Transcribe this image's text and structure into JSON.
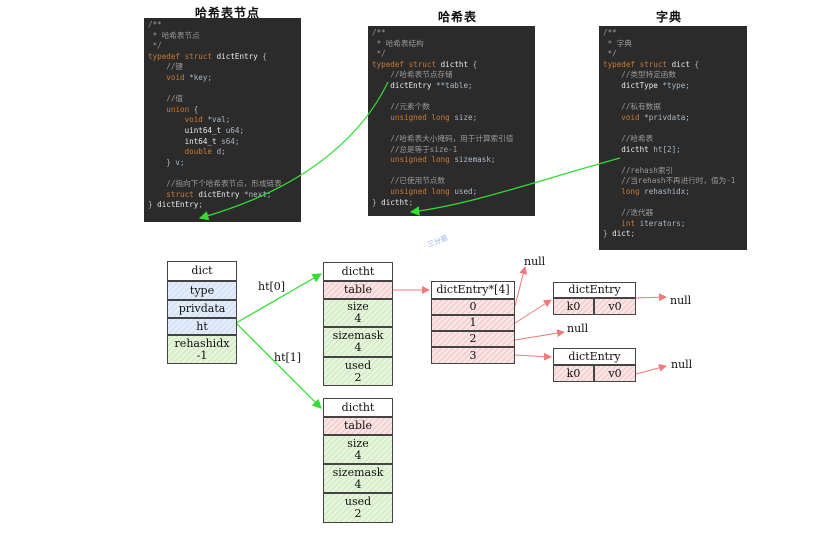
{
  "titles": {
    "entry": "哈希表节点",
    "table": "哈希表",
    "dict": "字典"
  },
  "code": {
    "entry": [
      "/**",
      " * 哈希表节点",
      " */",
      "typedef struct dictEntry {",
      "    //键",
      "    void *key;",
      "",
      "    //值",
      "    union {",
      "        void *val;",
      "        uint64_t u64;",
      "        int64_t s64;",
      "        double d;",
      "    } v;",
      "",
      "    //指向下个哈希表节点，形成链表",
      "    struct dictEntry *next;",
      "} dictEntry;"
    ],
    "table": [
      "/**",
      " * 哈希表结构",
      " */",
      "typedef struct dictht {",
      "    //哈希表节点存储",
      "    dictEntry **table;",
      "",
      "    //元素个数",
      "    unsigned long size;",
      "",
      "    //哈希表大小掩码，用于计算索引值",
      "    //总是等于size-1",
      "    unsigned long sizemask;",
      "",
      "    //已使用节点数",
      "    unsigned long used;",
      "} dictht;"
    ],
    "dict": [
      "/**",
      " * 字典",
      " */",
      "typedef struct dict {",
      "    //类型特定函数",
      "    dictType *type;",
      "",
      "    //私有数据",
      "    void *privdata;",
      "",
      "    //哈希表",
      "    dictht ht[2];",
      "",
      "    //rehash索引",
      "    //当rehash不再进行时，值为-1",
      "    long rehashidx;",
      "",
      "    //迭代器",
      "    int iterators;",
      "} dict;"
    ]
  },
  "watermark": "三分恶",
  "dict_struct": {
    "name": "dict",
    "type": "type",
    "privdata": "privdata",
    "ht": "ht",
    "rehashidx": "rehashidx",
    "rehashidx_value": "-1"
  },
  "ht0": {
    "label": "ht[0]",
    "name": "dictht",
    "table": "table",
    "size": "size",
    "size_value": "4",
    "sizemask": "sizemask",
    "sizemask_value": "4",
    "used": "used",
    "used_value": "2"
  },
  "ht1": {
    "label": "ht[1]",
    "name": "dictht",
    "table": "table",
    "size": "size",
    "size_value": "4",
    "sizemask": "sizemask",
    "sizemask_value": "4",
    "used": "used",
    "used_value": "2"
  },
  "array": {
    "name": "dictEntry*[4]",
    "slots": [
      "0",
      "1",
      "2",
      "3"
    ]
  },
  "entry1": {
    "name": "dictEntry",
    "key": "k0",
    "val": "v0"
  },
  "entry2": {
    "name": "dictEntry",
    "key": "k0",
    "val": "v0"
  },
  "nulls": {
    "slot0": "null",
    "slot2": "null",
    "entry1_next": "null",
    "entry2_next": "null"
  },
  "colors": {
    "arrow_green": "#33dd33",
    "arrow_red": "#f07a7a"
  }
}
